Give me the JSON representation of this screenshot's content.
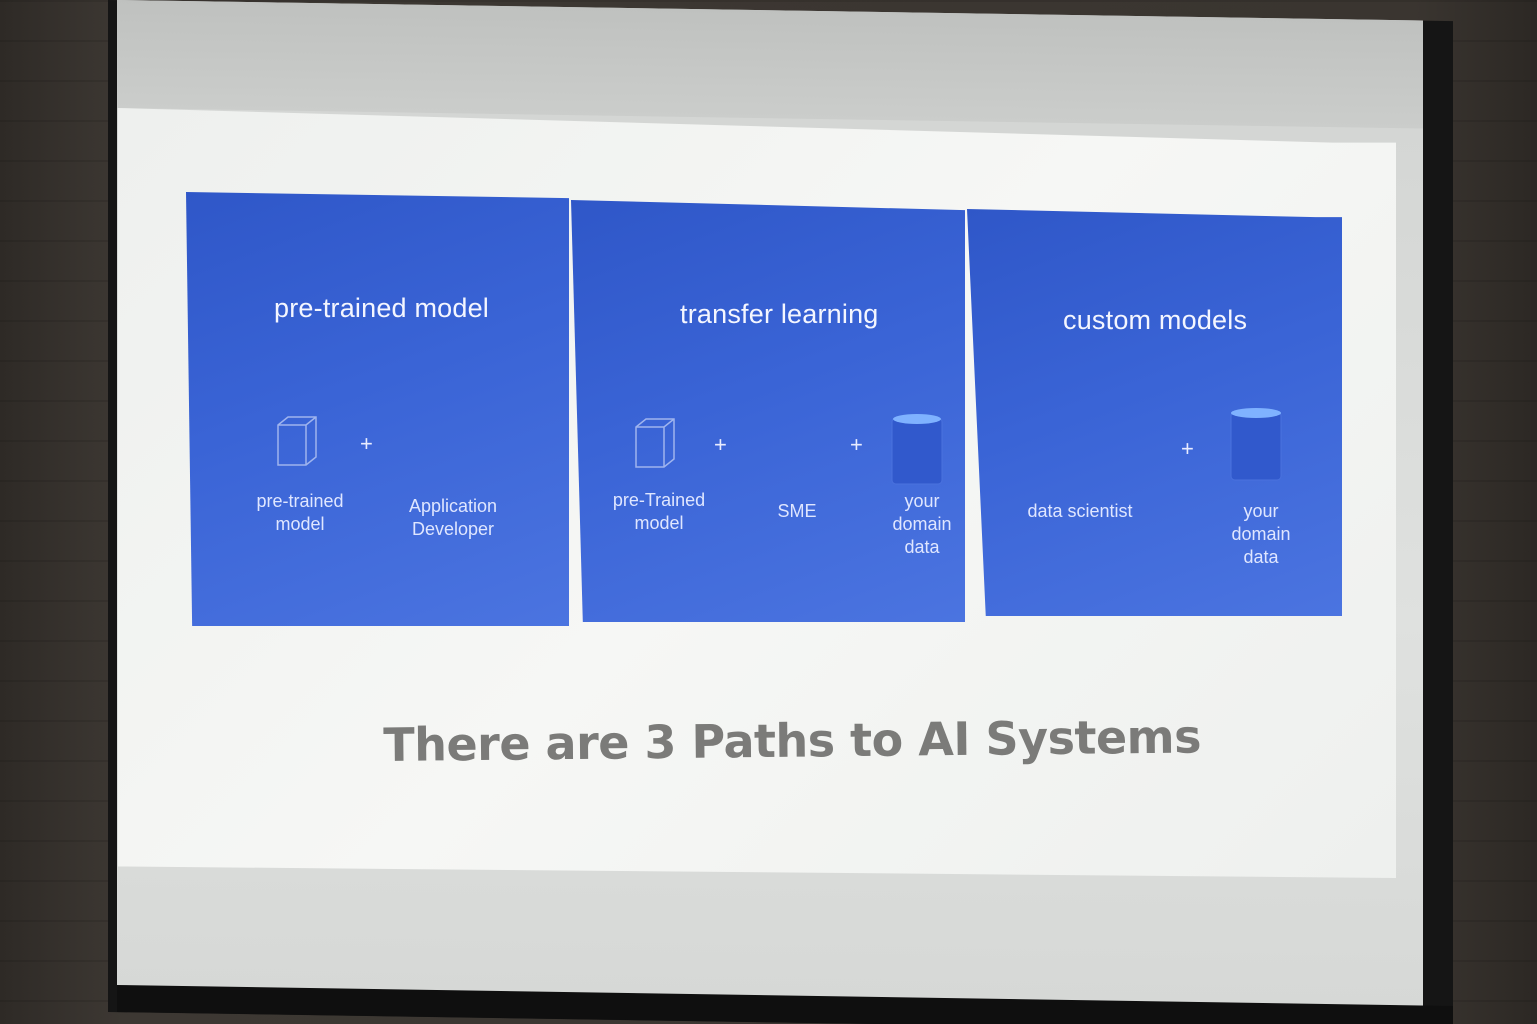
{
  "slide": {
    "title": "There are 3 Paths to AI Systems"
  },
  "panels": [
    {
      "heading": "pre-trained model",
      "items": [
        {
          "label_lines": [
            "pre-trained",
            "model"
          ],
          "icon": "cube-icon"
        },
        {
          "label_lines": [
            "Application",
            "Developer"
          ]
        }
      ],
      "plus": [
        "+"
      ]
    },
    {
      "heading": "transfer learning",
      "items": [
        {
          "label_lines": [
            "pre-Trained",
            "model"
          ],
          "icon": "cube-icon"
        },
        {
          "label_lines": [
            "SME"
          ]
        },
        {
          "label_lines": [
            "your",
            "domain",
            "data"
          ],
          "icon": "database-icon"
        }
      ],
      "plus": [
        "+",
        "+"
      ]
    },
    {
      "heading": "custom models",
      "items": [
        {
          "label_lines": [
            "data scientist"
          ]
        },
        {
          "label_lines": [
            "your",
            "domain",
            "data"
          ],
          "icon": "database-icon"
        }
      ],
      "plus": [
        "+"
      ]
    }
  ],
  "colors": {
    "panel_blue": "#3a64d6",
    "slide_bg": "#f2f3f1",
    "title_gray": "#7b7b79"
  }
}
